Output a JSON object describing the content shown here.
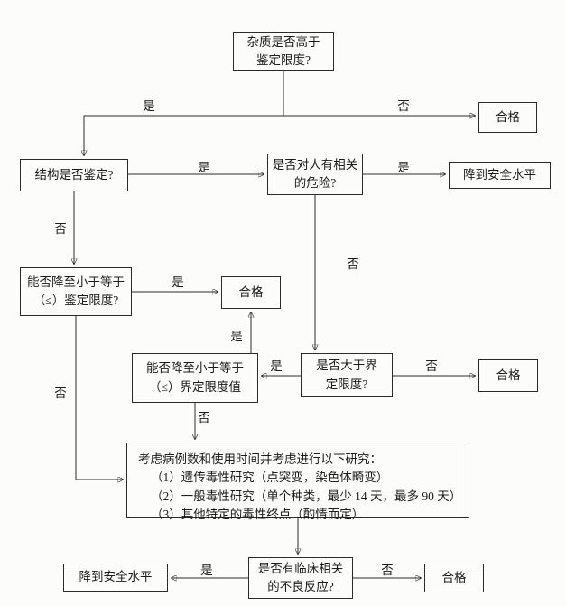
{
  "nodes": {
    "q_impurity": "杂质是否高于\n鉴定限度?",
    "pass_top": "合格",
    "q_structure": "结构是否鉴定?",
    "q_danger": "是否对人有相关\n的危险?",
    "reduce_top": "降到安全水平",
    "q_reduce_ident": "能否降至小于等于\n（≤）鉴定限度?",
    "pass_mid": "合格",
    "q_reduce_qual": "能否降至小于等于\n（≤）界定限度值",
    "q_above_qual": "是否大于界\n定限度?",
    "pass_right": "合格",
    "studies_title": "考虑病例数和使用时间并考虑进行以下研究：",
    "studies_items": [
      "（1）遗传毒性研究（点突变，染色体畸变）",
      "（2）一般毒性研究（单个种类，最少 14 天，最多 90 天）",
      "（3）其他特定的毒性终点（酌情而定）"
    ],
    "q_adverse": "是否有临床相关\n的不良反应?",
    "reduce_bottom": "降到安全水平",
    "pass_bottom": "合格"
  },
  "edge_labels": {
    "yes": "是",
    "no": "否"
  },
  "colors": {
    "line": "#2b2b2b",
    "text": "#1c1c1c",
    "background": "#fcfcfb"
  }
}
